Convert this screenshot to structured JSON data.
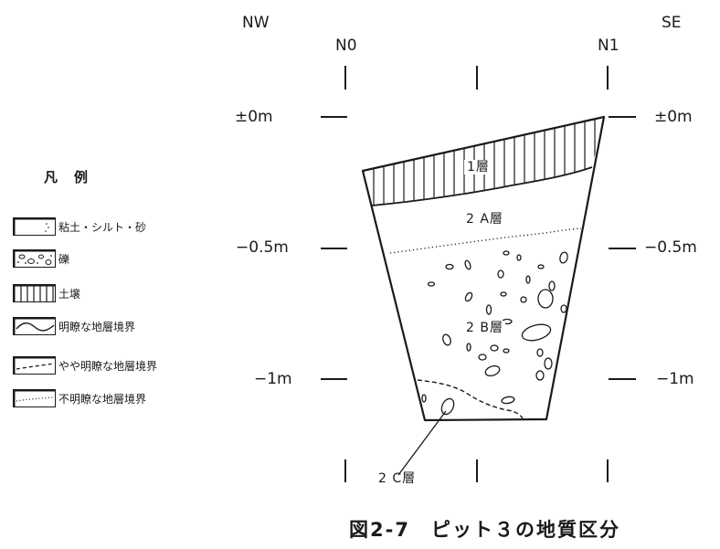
{
  "orientation": {
    "left": "NW",
    "right": "SE"
  },
  "stations": [
    "N0",
    "N1"
  ],
  "depth_labels": {
    "zero_left": "±0m",
    "zero_right": "±0m",
    "half_left": "−0.5m",
    "half_right": "−0.5m",
    "one_left": "−1m",
    "one_right": "−1m"
  },
  "layers": {
    "l1": "1層",
    "l2a": "2 A層",
    "l2b": "2 B層",
    "l2c": "2 C層"
  },
  "legend": {
    "title": "凡例",
    "items": [
      {
        "label": "粘土・シルト・砂",
        "symbol": "clay-silt-sand"
      },
      {
        "label": "礫",
        "symbol": "gravel"
      },
      {
        "label": "土壌",
        "symbol": "soil-vertical-hatch"
      },
      {
        "label": "明瞭な地層境界",
        "symbol": "solid-wavy-line"
      },
      {
        "label": "やや明瞭な地層境界",
        "symbol": "dashed-line"
      },
      {
        "label": "不明瞭な地層境界",
        "symbol": "dotted-line"
      }
    ]
  },
  "caption": "図2‐7　ピット３の地質区分"
}
